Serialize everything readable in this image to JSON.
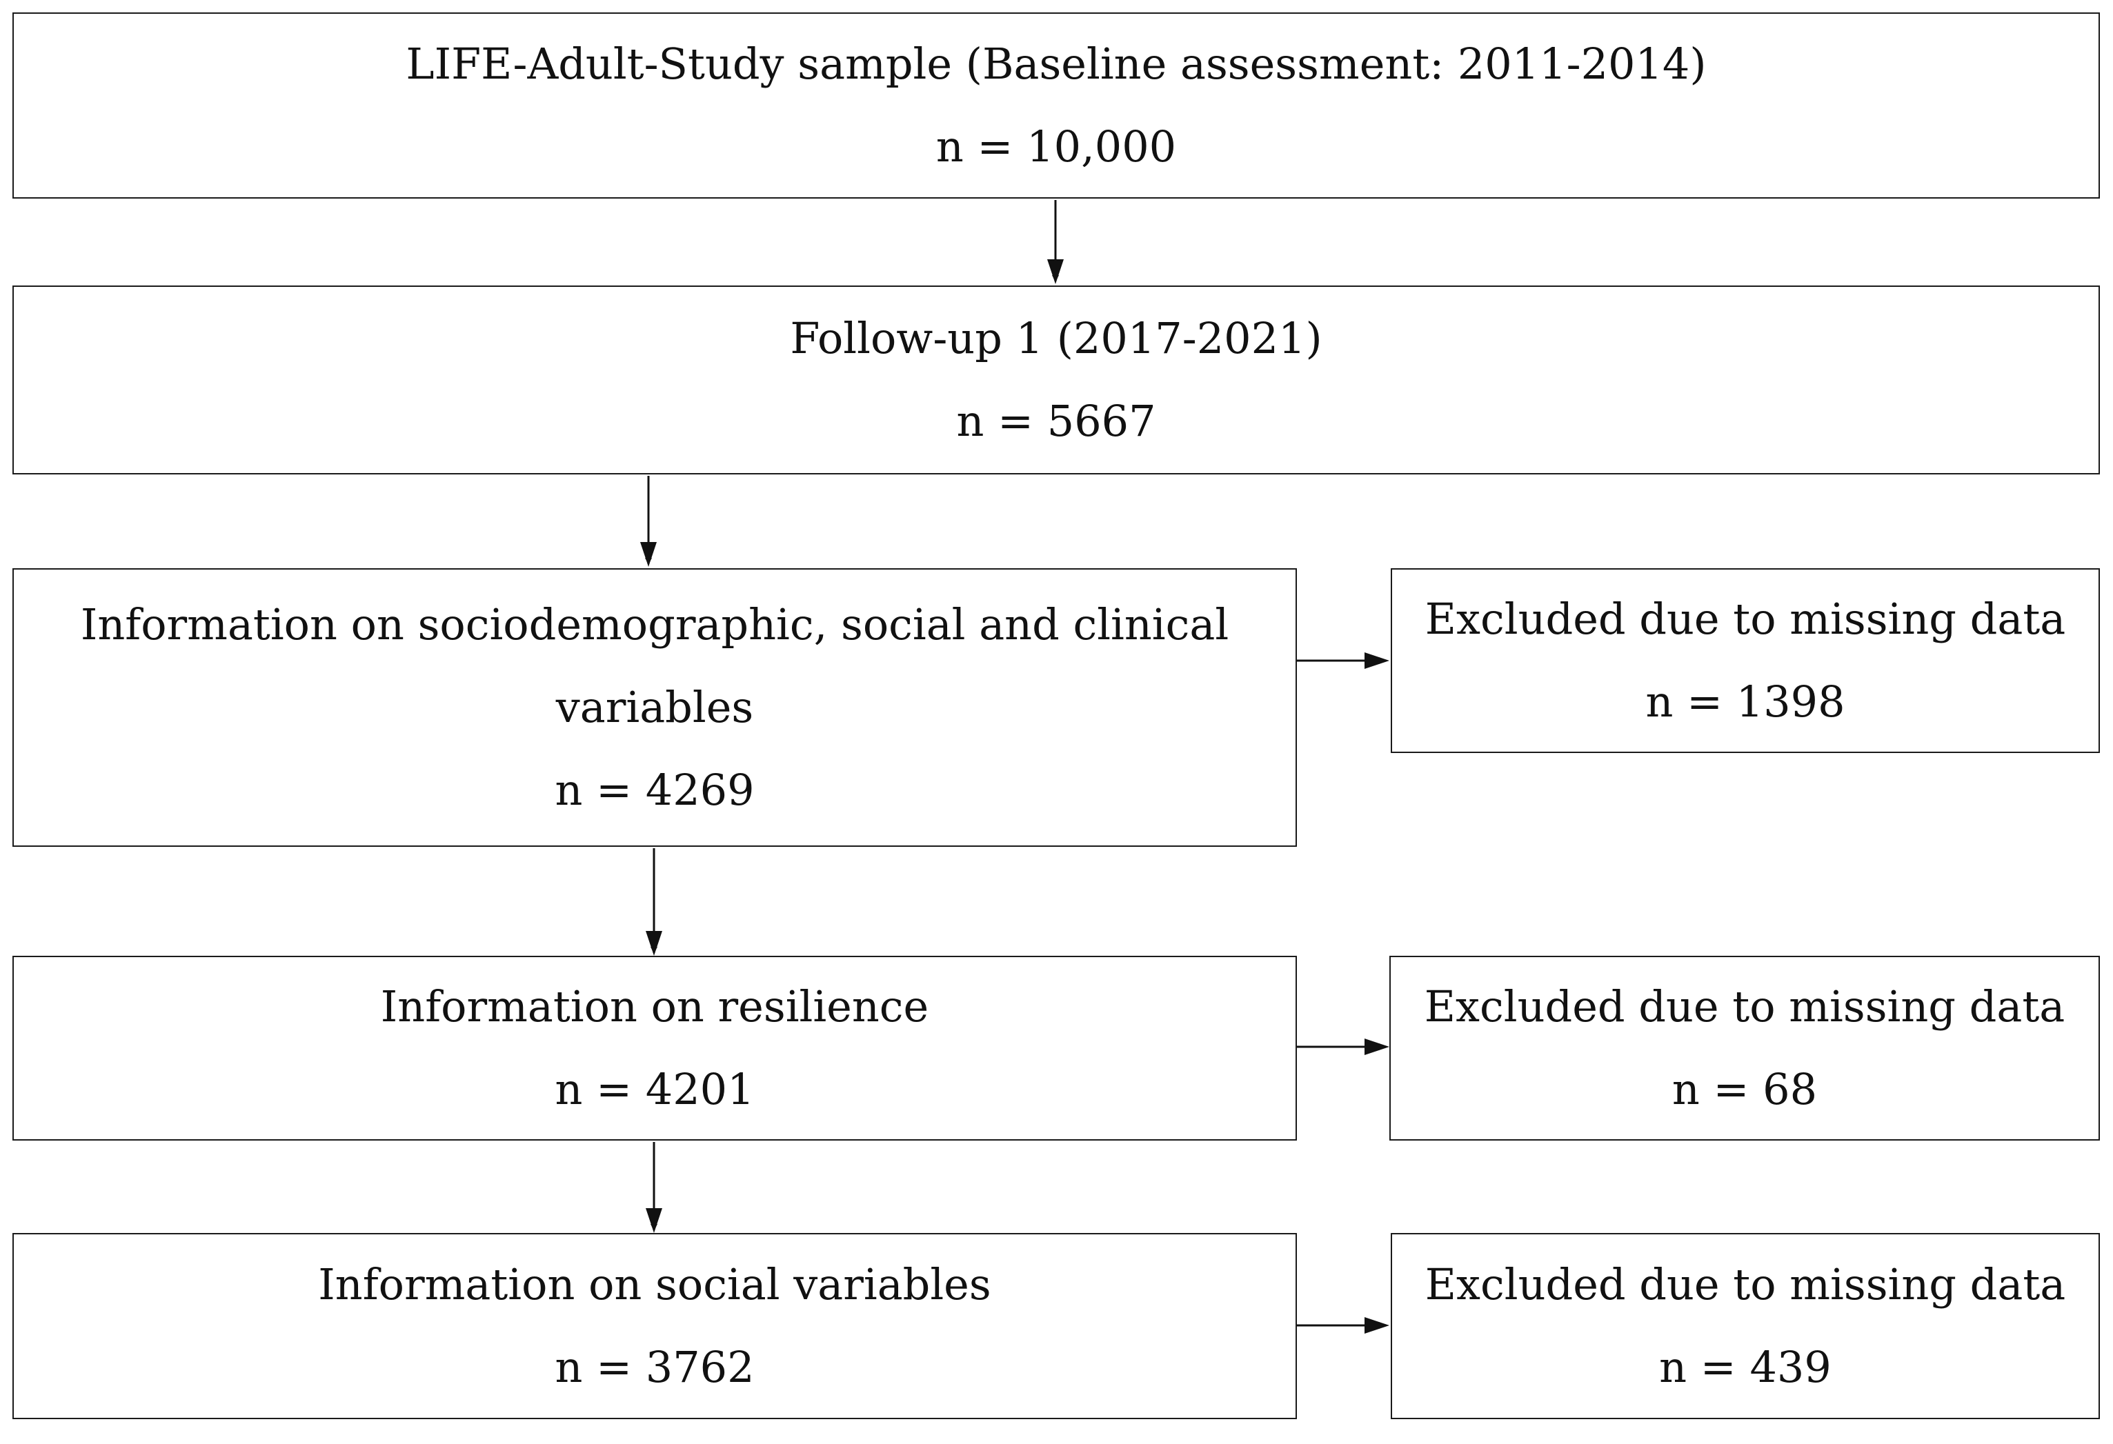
{
  "flowchart": {
    "baseline": {
      "title": "LIFE-Adult-Study sample (Baseline assessment: 2011-2014)",
      "n": "n = 10,000"
    },
    "followup": {
      "title": "Follow-up 1 (2017-2021)",
      "n": "n = 5667"
    },
    "sociodemographic": {
      "title_line1": "Information on sociodemographic, social and clinical",
      "title_line2": "variables",
      "n": "n = 4269"
    },
    "excluded_1": {
      "title": "Excluded due to missing data",
      "n": "n = 1398"
    },
    "resilience": {
      "title": "Information on resilience",
      "n": "n = 4201"
    },
    "excluded_2": {
      "title": "Excluded due to missing data",
      "n": "n = 68"
    },
    "social": {
      "title": "Information on social variables",
      "n": "n = 3762"
    },
    "excluded_3": {
      "title": "Excluded due to missing data",
      "n": "n = 439"
    }
  }
}
